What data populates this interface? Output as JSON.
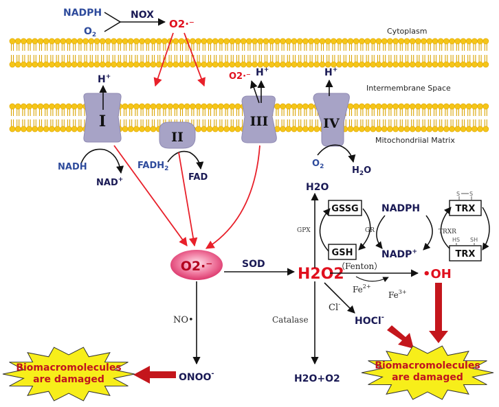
{
  "colors": {
    "membrane_head": "#f5c518",
    "membrane_tail": "#d9a400",
    "complex_fill": "#a7a3c6",
    "red_arrow": "#e8202a",
    "thick_arrow": "#c4161c",
    "burst_fill": "#f7ee1a",
    "oval_fill": "#e8477a",
    "navy_text": "#1a1a55",
    "blue_text": "#2e4b9c",
    "red_text": "#e0101e"
  },
  "top": {
    "nadph": "NADPH",
    "o2": "O",
    "o2_sub": "2",
    "nox": "NOX",
    "superoxide": "O2·⁻"
  },
  "regions": {
    "cytoplasm": "Cytoplasm",
    "intermembrane": "Intermembrane Space",
    "matrix": "Mitochondriial Matrix"
  },
  "complexes": {
    "c1": "I",
    "c2": "II",
    "c3": "III",
    "c4": "IV"
  },
  "protons": {
    "h": "H",
    "plus": "+"
  },
  "complex3_o2": "O2·⁻",
  "etc_labels": {
    "nadh": "NADH",
    "nad": "NAD",
    "nad_plus": "+",
    "fadh": "FADH",
    "fadh_sub": "2",
    "fad": "FAD",
    "o2": "O",
    "o2_sub": "2",
    "h2o": "H",
    "h2o_sub": "2",
    "h2o_end": "O"
  },
  "center": {
    "superoxide": "O2·⁻",
    "sod": "SOD",
    "h2o2": "H2O2",
    "no": "NO•",
    "onoo": "ONOO",
    "onoo_sup": "-",
    "catalase": "Catalase",
    "h2o_o2": "H2O+O2",
    "cl": "Cl",
    "cl_sup": "-",
    "hocl": "HOCl",
    "hocl_sup": "-",
    "fenton": "（Fenton）",
    "fe2": "Fe",
    "fe2_sup": "2+",
    "fe3": "Fe",
    "fe3_sup": "3+",
    "oh": "•OH"
  },
  "redox": {
    "h2o": "H2O",
    "gpx": "GPX",
    "gr": "GR",
    "gssg": "GSSG",
    "gsh": "GSH",
    "nadph": "NADPH",
    "nadp": "NADP",
    "nadp_sup": "+",
    "trxr": "TRXR",
    "trx_ox": "TRX",
    "trx_red": "TRX",
    "s": "S",
    "hs": "HS",
    "sh": "SH"
  },
  "bursts": {
    "left_line1": "Biomacromolecules",
    "left_line2": "are damaged",
    "right_line1": "Biomacromolecules",
    "right_line2": "are damaged"
  }
}
